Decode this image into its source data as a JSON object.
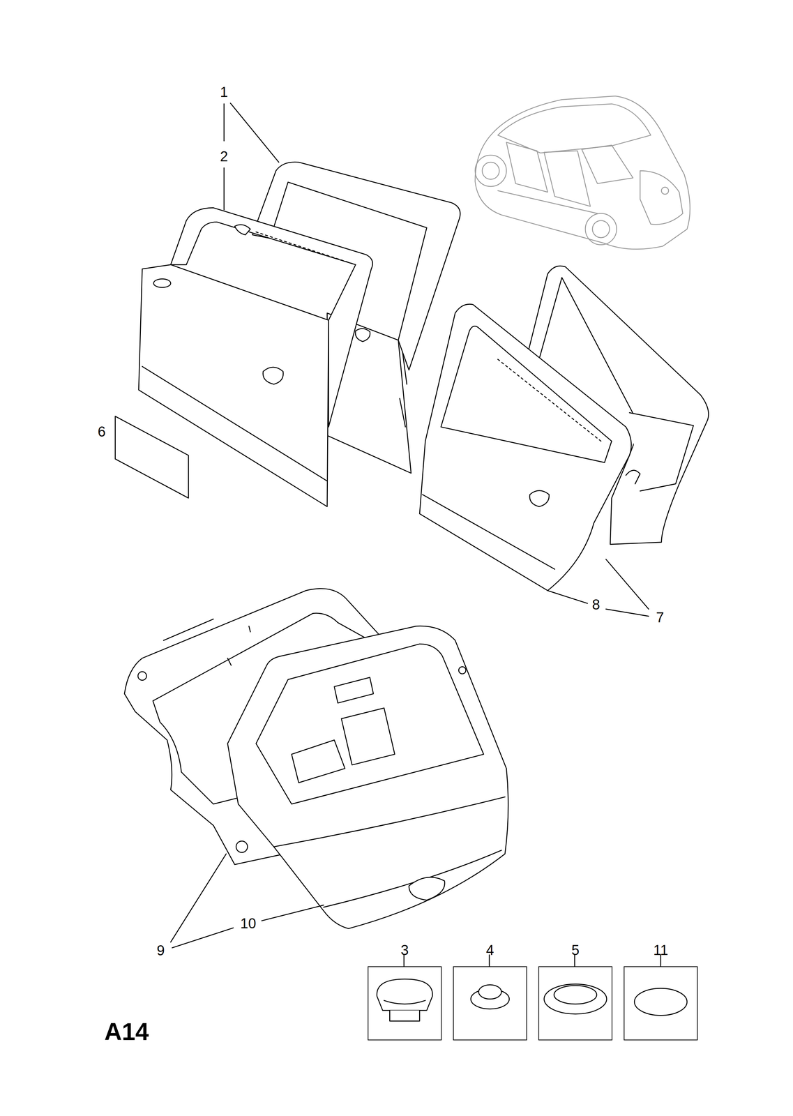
{
  "diagram": {
    "nodes": [
      {
        "text": [
          "3"
        ]
      },
      {
        "text": [
          "4"
        ]
      },
      {
        "text": [
          "5"
        ]
      },
      {
        "text": [
          "11"
        ]
      }
    ],
    "labels": [
      "1",
      "2",
      "6",
      "8",
      "7",
      "9",
      "10",
      "A14"
    ]
  }
}
